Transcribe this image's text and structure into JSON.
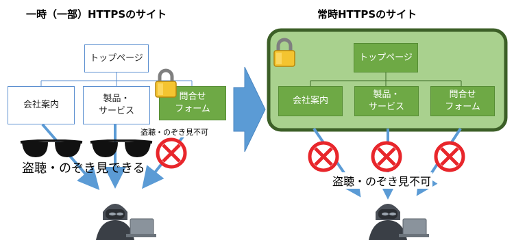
{
  "left": {
    "title": "一時（一部）HTTPSのサイト",
    "pages": {
      "top": "トップページ",
      "company": "会社案内",
      "products": "製品・\nサービス",
      "contact": "問合せ\nフォーム"
    },
    "warning_open": "盗聴・のぞき見できる",
    "warning_blocked": "盗聴・のぞき見不可"
  },
  "right": {
    "title": "常時HTTPSのサイト",
    "pages": {
      "top": "トップページ",
      "company": "会社案内",
      "products": "製品・\nサービス",
      "contact": "問合せ\nフォーム"
    },
    "warning_blocked": "盗聴・のぞき見不可"
  },
  "colors": {
    "accent_blue": "#5b9bd5",
    "secure_green": "#6ea945",
    "secure_panel": "#a9d18e",
    "forbidden_red": "#e8262b"
  }
}
